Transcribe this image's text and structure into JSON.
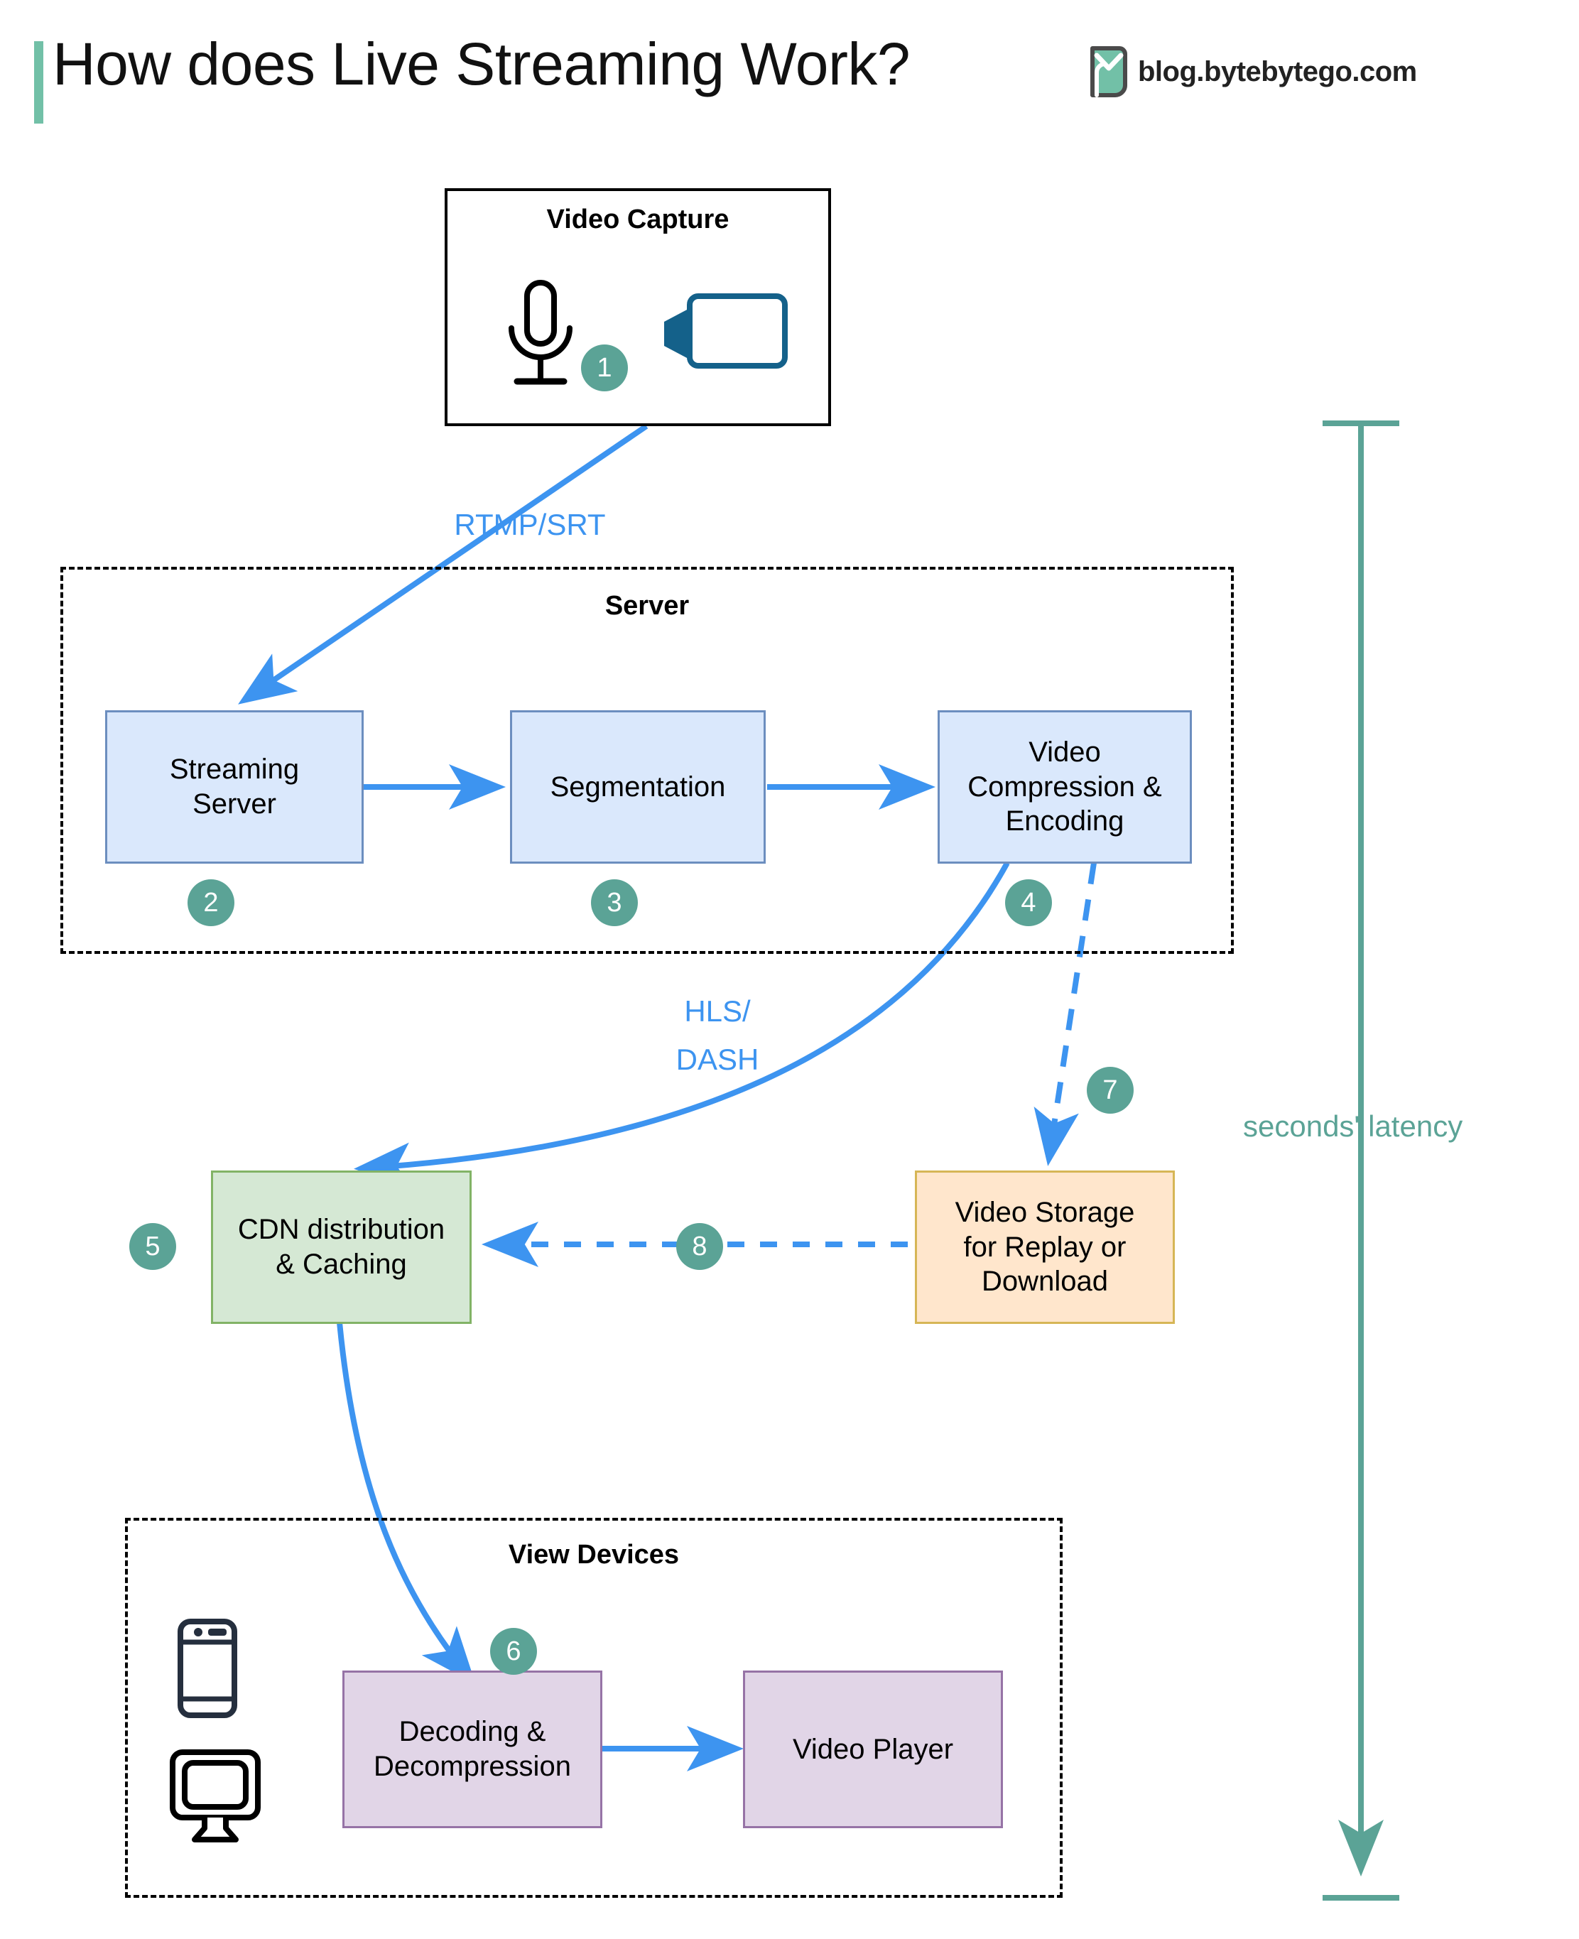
{
  "header": {
    "title": "How does Live Streaming Work?",
    "brand_text": "blog.bytebytego.com",
    "logo_icon": "bytebytego-logo-icon",
    "accent_color": "#72c0a7"
  },
  "colors": {
    "badge": "#5ba396",
    "arrow_blue": "#3d94f0",
    "latency_green": "#5ba396",
    "blue_fill": "#dae8fc",
    "blue_stroke": "#6c8ebf",
    "green_fill": "#d5e8d4",
    "green_stroke": "#82b366",
    "orange_fill": "#ffe6cc",
    "orange_stroke": "#d6b656",
    "purple_fill": "#e1d5e7",
    "purple_stroke": "#9673a6"
  },
  "groups": {
    "video_capture": {
      "label": "Video Capture",
      "style": "solid"
    },
    "server": {
      "label": "Server",
      "style": "dashed"
    },
    "view_devices": {
      "label": "View Devices",
      "style": "dashed"
    }
  },
  "nodes": {
    "streaming_server": "Streaming\nServer",
    "segmentation": "Segmentation",
    "video_compression": "Video\nCompression &\nEncoding",
    "cdn": "CDN distribution\n& Caching",
    "video_storage": "Video Storage\nfor Replay or\nDownload",
    "decoding": "Decoding &\nDecompression",
    "video_player": "Video Player"
  },
  "badges": [
    {
      "id": "badge-1",
      "number": "1"
    },
    {
      "id": "badge-2",
      "number": "2"
    },
    {
      "id": "badge-3",
      "number": "3"
    },
    {
      "id": "badge-4",
      "number": "4"
    },
    {
      "id": "badge-5",
      "number": "5"
    },
    {
      "id": "badge-6",
      "number": "6"
    },
    {
      "id": "badge-7",
      "number": "7"
    },
    {
      "id": "badge-8",
      "number": "8"
    }
  ],
  "edge_labels": {
    "rtmp_srt": "RTMP/SRT",
    "hls_line1": "HLS/",
    "hls_line2": "DASH"
  },
  "annotations": {
    "latency": "seconds' latency"
  },
  "icons": {
    "microphone": "microphone-icon",
    "camera": "video-camera-icon",
    "phone": "mobile-phone-icon",
    "monitor": "desktop-monitor-icon"
  },
  "chart_data": {
    "type": "diagram",
    "title": "How does Live Streaming Work?",
    "flow_steps": [
      {
        "step": 1,
        "label": "Video Capture",
        "group": "Video Capture"
      },
      {
        "step": 2,
        "label": "Streaming Server",
        "group": "Server"
      },
      {
        "step": 3,
        "label": "Segmentation",
        "group": "Server"
      },
      {
        "step": 4,
        "label": "Video Compression & Encoding",
        "group": "Server"
      },
      {
        "step": 5,
        "label": "CDN distribution & Caching",
        "group": null
      },
      {
        "step": 6,
        "label": "Decoding & Decompression",
        "group": "View Devices"
      },
      {
        "step": 7,
        "label": "Video Storage for Replay or Download",
        "group": null
      },
      {
        "step": 8,
        "label": "Video Storage to CDN",
        "group": null
      }
    ],
    "connections": [
      {
        "from": "Video Capture",
        "to": "Streaming Server",
        "label": "RTMP/SRT",
        "style": "solid"
      },
      {
        "from": "Streaming Server",
        "to": "Segmentation",
        "label": "",
        "style": "solid"
      },
      {
        "from": "Segmentation",
        "to": "Video Compression & Encoding",
        "label": "",
        "style": "solid"
      },
      {
        "from": "Video Compression & Encoding",
        "to": "CDN distribution & Caching",
        "label": "HLS/DASH",
        "style": "solid"
      },
      {
        "from": "Video Compression & Encoding",
        "to": "Video Storage for Replay or Download",
        "label": "",
        "style": "dashed"
      },
      {
        "from": "Video Storage for Replay or Download",
        "to": "CDN distribution & Caching",
        "label": "",
        "style": "dashed"
      },
      {
        "from": "CDN distribution & Caching",
        "to": "Decoding & Decompression",
        "label": "",
        "style": "solid"
      },
      {
        "from": "Decoding & Decompression",
        "to": "Video Player",
        "label": "",
        "style": "solid"
      }
    ],
    "annotation": "seconds' latency"
  }
}
